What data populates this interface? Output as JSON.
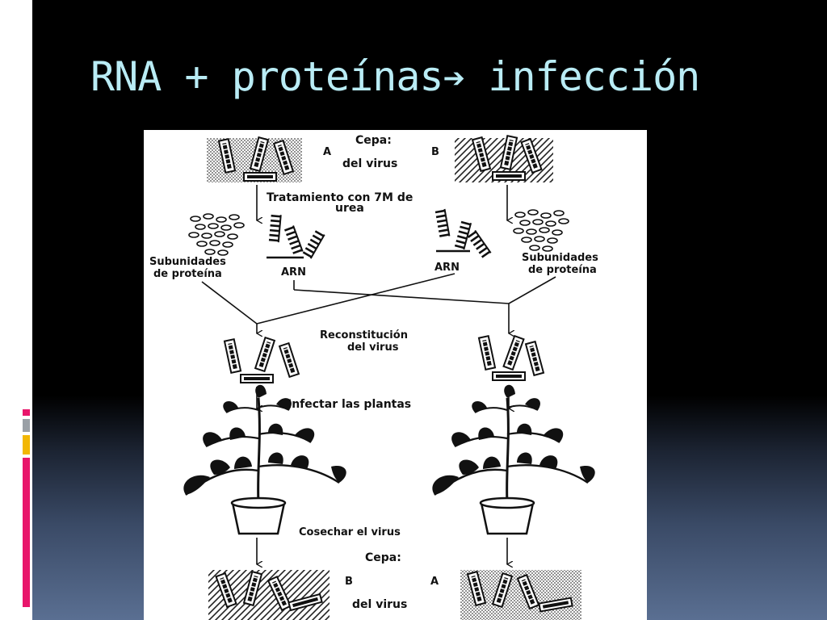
{
  "slide": {
    "title_text": "RNA + proteínas",
    "title_suffix": " infección",
    "arrow_icon": "bold-right-arrow-icon",
    "accent_colors": [
      "#e8166b",
      "#9aa0a6",
      "#f2b705",
      "#e8166b"
    ],
    "title_color": "#b9ecf5"
  },
  "diagram": {
    "top_strain": {
      "label": "Cepa:",
      "a": "A",
      "b": "B",
      "suffix": "del virus"
    },
    "treatment": {
      "line1": "Tratamiento con 7M de",
      "line2": "urea"
    },
    "left_parts": {
      "protein_line1": "Subunidades",
      "protein_line2": "de proteína",
      "rna": "ARN"
    },
    "right_parts": {
      "protein_line1": "Subunidades",
      "protein_line2": "de proteína",
      "rna": "ARN"
    },
    "reconstitution": {
      "line1": "Reconstitución",
      "line2": "del virus"
    },
    "infect": "Infectar las plantas",
    "harvest": "Cosechar el virus",
    "bottom_strain": {
      "label": "Cepa:",
      "b": "B",
      "a": "A",
      "suffix": "del virus"
    }
  }
}
